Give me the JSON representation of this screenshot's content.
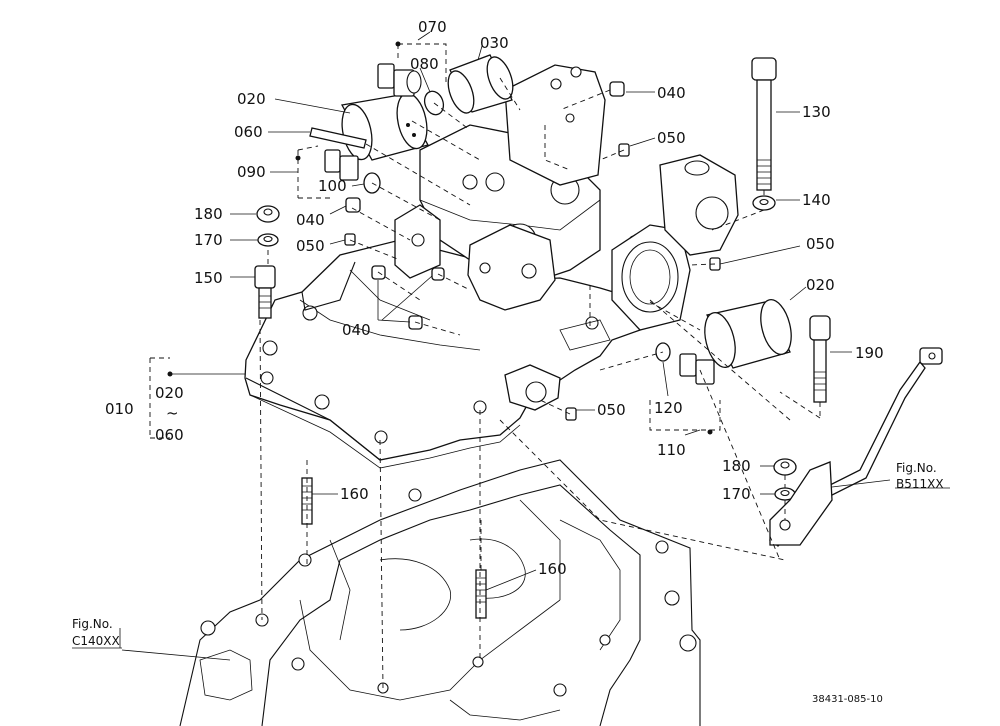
{
  "callouts": [
    {
      "id": "c070",
      "text": "070"
    },
    {
      "id": "c030",
      "text": "030"
    },
    {
      "id": "c080",
      "text": "080"
    },
    {
      "id": "c020a",
      "text": "020"
    },
    {
      "id": "c040a",
      "text": "040"
    },
    {
      "id": "c130",
      "text": "130"
    },
    {
      "id": "c060",
      "text": "060"
    },
    {
      "id": "c050a",
      "text": "050"
    },
    {
      "id": "c090",
      "text": "090"
    },
    {
      "id": "c100",
      "text": "100"
    },
    {
      "id": "c140",
      "text": "140"
    },
    {
      "id": "c180a",
      "text": "180"
    },
    {
      "id": "c040b",
      "text": "040"
    },
    {
      "id": "c170a",
      "text": "170"
    },
    {
      "id": "c050b",
      "text": "050"
    },
    {
      "id": "c050c",
      "text": "050"
    },
    {
      "id": "c150",
      "text": "150"
    },
    {
      "id": "c020b",
      "text": "020"
    },
    {
      "id": "c040c",
      "text": "040"
    },
    {
      "id": "c190",
      "text": "190"
    },
    {
      "id": "c010",
      "text": "010"
    },
    {
      "id": "c020c",
      "text": "020"
    },
    {
      "id": "c_tilde",
      "text": "~"
    },
    {
      "id": "c060b",
      "text": "060"
    },
    {
      "id": "c050d",
      "text": "050"
    },
    {
      "id": "c120",
      "text": "120"
    },
    {
      "id": "c110",
      "text": "110"
    },
    {
      "id": "c180b",
      "text": "180"
    },
    {
      "id": "c170b",
      "text": "170"
    },
    {
      "id": "c160a",
      "text": "160"
    },
    {
      "id": "c160b",
      "text": "160"
    }
  ],
  "references": {
    "right_fig_label": "Fig.No.",
    "right_fig_code": "B511XX",
    "left_fig_label": "Fig.No.",
    "left_fig_code": "C140XX"
  },
  "drawing_number": "38431-085-10"
}
